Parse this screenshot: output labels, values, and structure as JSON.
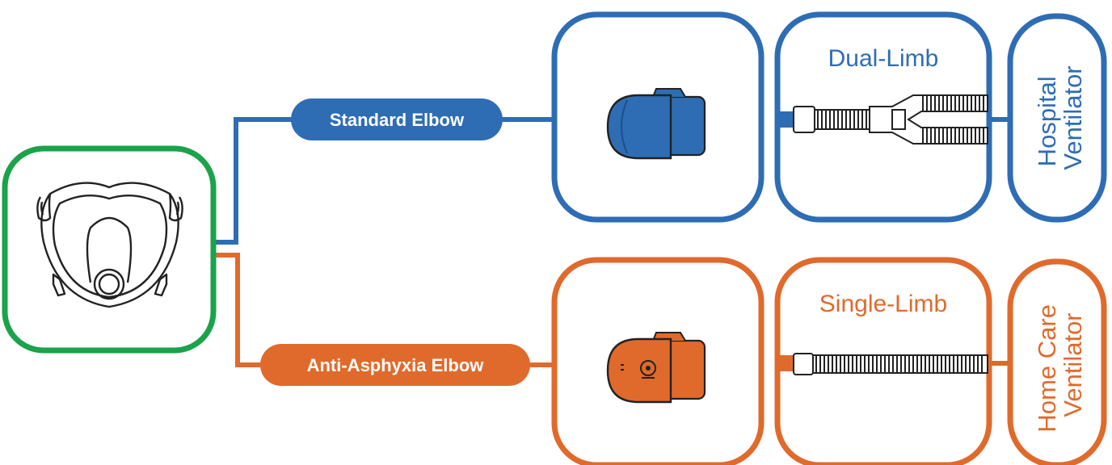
{
  "colors": {
    "blue": "#2e6db4",
    "orange": "#e06a2c",
    "green": "#1aa34a",
    "dark": "#222222"
  },
  "mask": {
    "icon": "full-face-mask-icon"
  },
  "branches": [
    {
      "id": "standard",
      "color": "blue",
      "elbow_label": "Standard Elbow",
      "elbow_icon": "standard-elbow-icon",
      "tubing_label": "Dual-Limb",
      "tubing_icon": "dual-limb-tubing-icon",
      "ventilator_line1": "Hospital",
      "ventilator_line2": "Ventilator"
    },
    {
      "id": "anti-asphyxia",
      "color": "orange",
      "elbow_label": "Anti-Asphyxia Elbow",
      "elbow_icon": "anti-asphyxia-elbow-icon",
      "tubing_label": "Single-Limb",
      "tubing_icon": "single-limb-tubing-icon",
      "ventilator_line1": "Home Care",
      "ventilator_line2": "Ventilator"
    }
  ]
}
